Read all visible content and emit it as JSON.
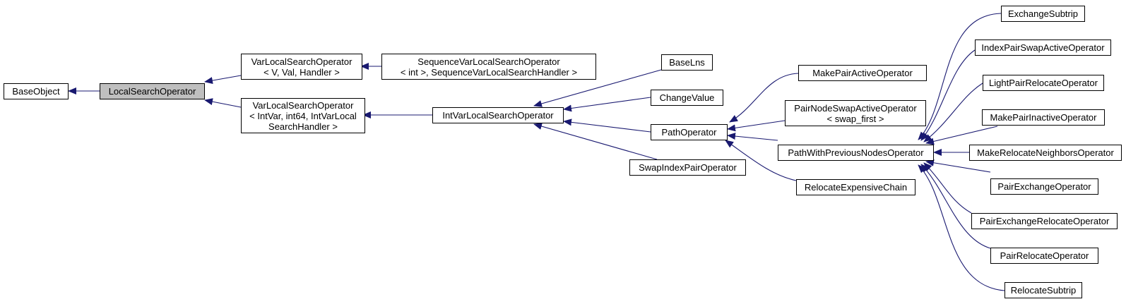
{
  "diagram": {
    "nodes": {
      "base_object": [
        "BaseObject"
      ],
      "local_search_operator": [
        "LocalSearchOperator"
      ],
      "var_ls_op_v_val_handler": [
        "VarLocalSearchOperator",
        "< V, Val, Handler >"
      ],
      "var_ls_op_intvar": [
        "VarLocalSearchOperator",
        "< IntVar, int64, IntVarLocal",
        "SearchHandler >"
      ],
      "sequence_var_ls_op": [
        "SequenceVarLocalSearchOperator",
        "< int >, SequenceVarLocalSearchHandler >"
      ],
      "int_var_ls_op": [
        "IntVarLocalSearchOperator"
      ],
      "base_lns": [
        "BaseLns"
      ],
      "change_value": [
        "ChangeValue"
      ],
      "path_operator": [
        "PathOperator"
      ],
      "swap_index_pair_operator": [
        "SwapIndexPairOperator"
      ],
      "make_pair_active_operator": [
        "MakePairActiveOperator"
      ],
      "pair_node_swap_active_operator": [
        "PairNodeSwapActiveOperator",
        "< swap_first >"
      ],
      "path_with_previous_nodes_operator": [
        "PathWithPreviousNodesOperator"
      ],
      "relocate_expensive_chain": [
        "RelocateExpensiveChain"
      ],
      "exchange_subtrip": [
        "ExchangeSubtrip"
      ],
      "index_pair_swap_active_operator": [
        "IndexPairSwapActiveOperator"
      ],
      "light_pair_relocate_operator": [
        "LightPairRelocateOperator"
      ],
      "make_pair_inactive_operator": [
        "MakePairInactiveOperator"
      ],
      "make_relocate_neighbors_operator": [
        "MakeRelocateNeighborsOperator"
      ],
      "pair_exchange_operator": [
        "PairExchangeOperator"
      ],
      "pair_exchange_relocate_operator": [
        "PairExchangeRelocateOperator"
      ],
      "pair_relocate_operator": [
        "PairRelocateOperator"
      ],
      "relocate_subtrip": [
        "RelocateSubtrip"
      ]
    },
    "colors": {
      "edge": "#191970",
      "node_border": "#000000",
      "node_fill": "#ffffff",
      "highlight_fill": "#bfbfbf"
    }
  }
}
